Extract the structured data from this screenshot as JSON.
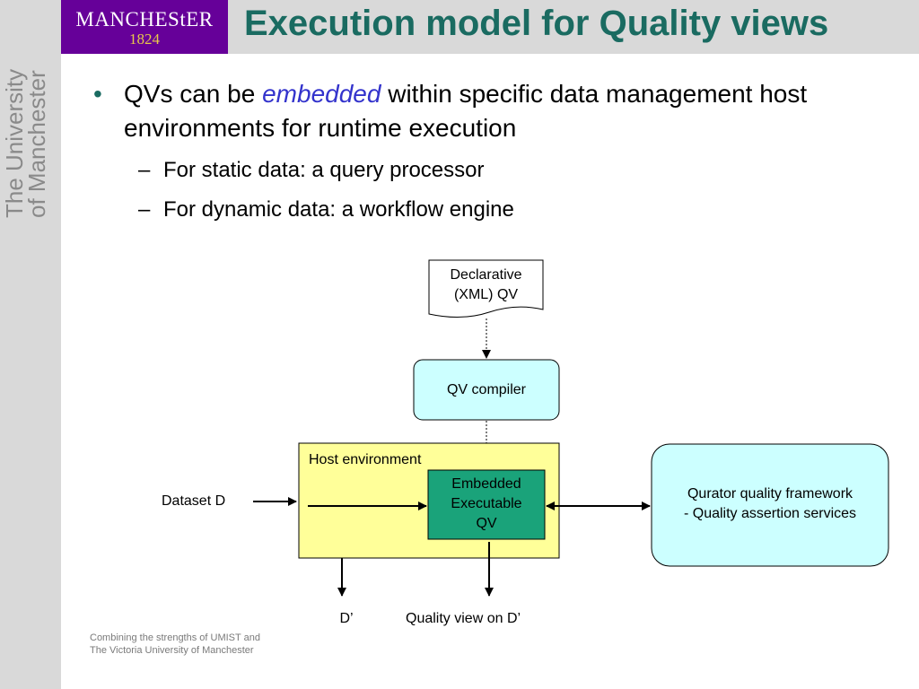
{
  "logo": {
    "name": "MANCHEStER",
    "year": "1824"
  },
  "side_text": {
    "line1": "The University",
    "line2": "of Manchester"
  },
  "title": "Execution model for Quality views",
  "bullets": {
    "main": {
      "pre": "QVs can be ",
      "emph": "embedded",
      "post": " within specific data management host environments for runtime execution"
    },
    "sub": [
      "For static data: a query processor",
      "For dynamic data: a workflow engine"
    ]
  },
  "diagram": {
    "declarative": {
      "line1": "Declarative",
      "line2": "(XML) QV"
    },
    "compiler": "QV compiler",
    "host": "Host environment",
    "embedded": {
      "line1": "Embedded",
      "line2": "Executable",
      "line3": "QV"
    },
    "dataset": "Dataset D",
    "qurator": {
      "line1": "Qurator quality framework",
      "line2": "- Quality assertion services"
    },
    "output_d": "D’",
    "output_qv": "Quality view on D’",
    "colors": {
      "host_fill": "#ffff99",
      "embedded_fill": "#1aa37a",
      "compiler_fill": "#ccffff",
      "qurator_fill": "#ccffff"
    }
  },
  "footer": {
    "line1": "Combining the strengths of UMIST and",
    "line2": "The Victoria University of Manchester"
  }
}
